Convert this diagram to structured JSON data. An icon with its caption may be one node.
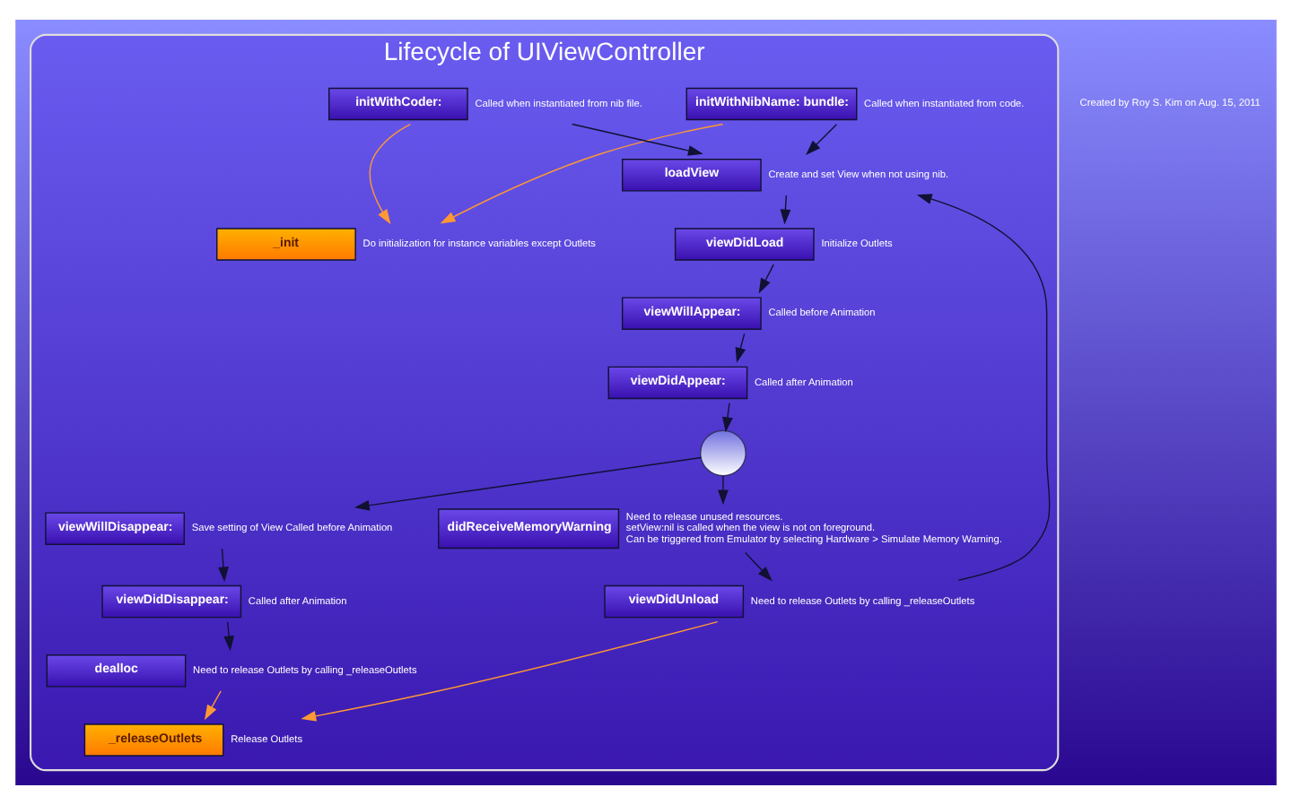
{
  "diagram": {
    "nodes": [
      {
        "text": [
          "Lifecycle of UIViewController"
        ]
      },
      {
        "text": [
          "initWithNibName: bundle:"
        ],
        "in": 0,
        "beside": [
          "Called when instantiated from code."
        ]
      },
      {
        "text": [
          "initWithCoder:"
        ],
        "in": 0,
        "beside": [
          "Called when instantiated from nib file."
        ]
      },
      {
        "text": [
          "_init"
        ],
        "in": 0,
        "beside": [
          "Do initialization for instance variables except Outlets"
        ]
      },
      {
        "text": [
          "loadView"
        ],
        "in": 0,
        "beside": [
          "Create and set View when not using nib."
        ]
      },
      {
        "text": [
          "viewDidUnload"
        ],
        "in": 0,
        "beside": [
          "Need to release Outlets by calling _releaseOutlets"
        ]
      },
      {
        "text": [
          "viewDidLoad"
        ],
        "in": 0,
        "beside": [
          "Initialize Outlets"
        ]
      },
      {
        "text": [
          "viewWillAppear:"
        ],
        "in": 0,
        "beside": [
          "Called before Animation"
        ]
      },
      {
        "text": [
          "viewDidAppear:"
        ],
        "in": 0,
        "beside": [
          "Called after Animation"
        ]
      },
      {
        "text": [],
        "shape": "circle",
        "in": 0
      },
      {
        "text": [
          "didReceiveMemoryWarning"
        ],
        "in": 0,
        "beside": [
          "Need to release unused resources.",
          "setView:nil is called when the view is not on foreground.",
          "Can be triggered from Emulator by selecting Hardware > Simulate Memory Warning."
        ]
      },
      {
        "text": [
          "_releaseOutlets"
        ],
        "in": 0,
        "beside": [
          "Release Outlets"
        ]
      },
      {
        "text": [
          "viewWillDisappear:"
        ],
        "in": 0,
        "beside": [
          "Save setting of View Called before Animation"
        ]
      },
      {
        "text": [
          "viewDidDisappear:"
        ],
        "in": 0,
        "beside": [
          "Called after Animation"
        ]
      },
      {
        "text": [
          "dealloc"
        ],
        "in": 0,
        "beside": [
          "Need to release Outlets by calling _releaseOutlets"
        ]
      }
    ],
    "edges": [
      {
        "from": 1,
        "to": 4,
        "arrow": "to"
      },
      {
        "from": 2,
        "to": 4,
        "arrow": "to"
      },
      {
        "from": 1,
        "to": 3,
        "arrow": "to",
        "color": "#ff9933"
      },
      {
        "from": 2,
        "to": 3,
        "arrow": "to",
        "color": "#ff9933"
      },
      {
        "from": 5,
        "to": 4,
        "arrow": "to"
      },
      {
        "from": 4,
        "to": 6,
        "arrow": "to"
      },
      {
        "from": 6,
        "to": 7,
        "arrow": "to"
      },
      {
        "from": 7,
        "to": 8,
        "arrow": "to"
      },
      {
        "from": 8,
        "to": 9,
        "arrow": "to"
      },
      {
        "from": 9,
        "to": 10,
        "arrow": "to"
      },
      {
        "from": 10,
        "to": 5,
        "arrow": "to"
      },
      {
        "from": 9,
        "to": 12,
        "arrow": "to"
      },
      {
        "from": 12,
        "to": 13,
        "arrow": "to"
      },
      {
        "from": 13,
        "to": 14,
        "arrow": "to"
      },
      {
        "from": 5,
        "to": 11,
        "arrow": "to",
        "color": "#ff9933"
      },
      {
        "from": 14,
        "to": 11,
        "arrow": "to",
        "color": "#ff9933"
      }
    ],
    "labels": [
      "Created by Roy S. Kim on Aug. 15, 2011"
    ]
  }
}
